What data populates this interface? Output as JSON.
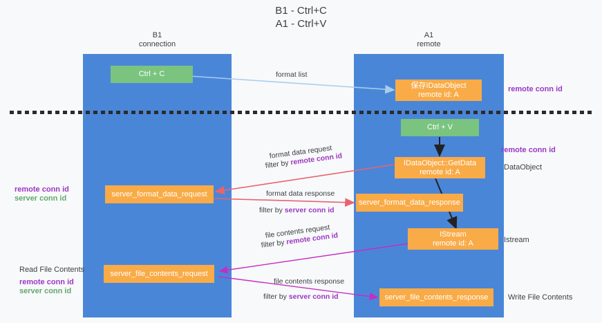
{
  "title": "B1 - Ctrl+C\nA1 - Ctrl+V",
  "lanes": [
    {
      "name": "b1",
      "label": "B1\nconnection"
    },
    {
      "name": "a1",
      "label": "A1\nremote"
    }
  ],
  "colors": {
    "lane": "#4a86d8",
    "box_green": "#7ac47f",
    "box_orange": "#f9ab47",
    "arrow_light_blue": "#a8cdec",
    "arrow_red": "#e8636f",
    "arrow_magenta": "#c42ec4",
    "arrow_black": "#222222",
    "text_purple": "#9b37c4",
    "text_green": "#5fa96a",
    "text_dark": "#3c4043",
    "page_bg": "#f8f9fa"
  },
  "boxes": {
    "ctrl_c": "Ctrl + C",
    "save_idataobject": "保存IDataObject\nremote id: A",
    "ctrl_v": "Ctrl + V",
    "idataobject_getdata": "IDataObject::GetData\nremote id: A",
    "server_format_data_request": "server_format_data_request",
    "server_format_data_response": "server_format_data_response",
    "istream": "IStream\nremote id: A",
    "server_file_contents_request": "server_file_contents_request",
    "server_file_contents_response": "server_file_contents_response"
  },
  "annotations": {
    "format_list": "format list",
    "format_data_request": "format data request",
    "format_data_request_filter_prefix": "filter by ",
    "format_data_request_filter_key": "remote conn id",
    "format_data_response": "format data response",
    "format_data_response_filter_prefix": "filter by ",
    "format_data_response_filter_key": "server conn id",
    "file_contents_request": "file contents request",
    "file_contents_request_filter_prefix": "filter by ",
    "file_contents_request_filter_key": "remote conn id",
    "file_contents_response": "file contents response",
    "file_contents_response_filter_prefix": "filter by ",
    "file_contents_response_filter_key": "server conn id"
  },
  "side_labels": {
    "right_remote_conn_id_top": "remote conn id",
    "right_remote_conn_id_mid": "remote conn id",
    "right_dataobject": "DataObject",
    "right_istream": "Istream",
    "right_write_file_contents": "Write File Contents",
    "left_remote_conn_id": "remote conn id",
    "left_server_conn_id": "server conn id",
    "left_read_file_contents": "Read File Contents",
    "left_remote_conn_id_2": "remote conn id",
    "left_server_conn_id_2": "server conn id"
  }
}
